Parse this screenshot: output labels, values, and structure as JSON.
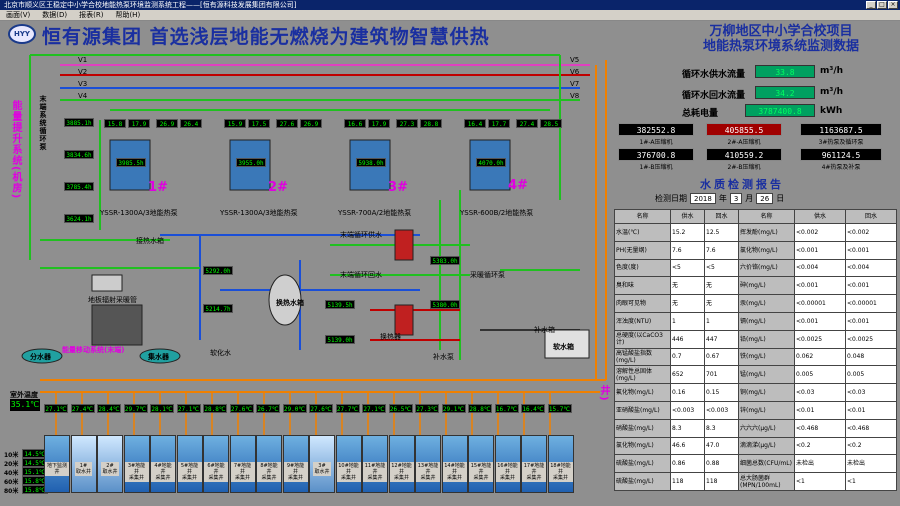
{
  "window": {
    "title": "北京市顺义区王稳定中小学合校地能热泵环境监测系统工程——[恒有源科技发展集团有限公司]",
    "btn_min": "_",
    "btn_max": "□",
    "btn_close": "×"
  },
  "menu": [
    "画面(V)",
    "数据(D)",
    "报表(R)",
    "帮助(H)"
  ],
  "header": {
    "logo": "HYY",
    "company": "恒有源集团    首选浅层地能无燃烧为建筑物智慧供热",
    "project_line1": "万柳地区中小学合校项目",
    "project_line2": "地能热泵环境系统监测数据"
  },
  "flows": {
    "supply_label": "循环水供水流量",
    "supply_value": "33.8",
    "supply_unit": "m³/h",
    "return_label": "循环水回水流量",
    "return_value": "34.2",
    "return_unit": "m³/h",
    "power_label": "总耗电量",
    "power_value": "3787400.8",
    "power_unit": "kWh"
  },
  "meters": [
    {
      "value": "382552.8",
      "label": "1#-A压缩机",
      "red": false
    },
    {
      "value": "405855.5",
      "label": "2#-A压缩机",
      "red": true
    },
    {
      "value": "1163687.5",
      "label": "3#热泵及循环泵",
      "red": false
    },
    {
      "value": "376700.8",
      "label": "1#-B压缩机",
      "red": false
    },
    {
      "value": "410559.2",
      "label": "2#-B压缩机",
      "red": false
    },
    {
      "value": "961124.5",
      "label": "4#热泵及补泵",
      "red": false
    }
  ],
  "water_quality": {
    "title": "水质检测报告",
    "date_label": "检测日期",
    "year": "2018",
    "year_unit": "年",
    "month": "3",
    "month_unit": "月",
    "day": "26",
    "day_unit": "日",
    "headers": [
      "名称",
      "供水",
      "回水",
      "名称",
      "供水",
      "回水"
    ],
    "rows": [
      [
        "水温(℃)",
        "15.2",
        "12.5",
        "挥发酚(mg/L)",
        "<0.002",
        "<0.002"
      ],
      [
        "PH(无量纲)",
        "7.6",
        "7.6",
        "氯化物(mg/L)",
        "<0.001",
        "<0.001"
      ],
      [
        "色度(度)",
        "<5",
        "<5",
        "六价铬(mg/L)",
        "<0.004",
        "<0.004"
      ],
      [
        "臭和味",
        "无",
        "无",
        "砷(mg/L)",
        "<0.001",
        "<0.001"
      ],
      [
        "肉眼可见物",
        "无",
        "无",
        "汞(mg/L)",
        "<0.00001",
        "<0.00001"
      ],
      [
        "浑浊度(NTU)",
        "1",
        "1",
        "镉(mg/L)",
        "<0.001",
        "<0.001"
      ],
      [
        "总硬度(以CaCO3计)",
        "446",
        "447",
        "铅(mg/L)",
        "<0.0025",
        "<0.0025"
      ],
      [
        "高锰酸盐指数(mg/L)",
        "0.7",
        "0.67",
        "铁(mg/L)",
        "0.062",
        "0.048"
      ],
      [
        "溶解性总固体(mg/L)",
        "652",
        "701",
        "锰(mg/L)",
        "0.005",
        "0.005"
      ],
      [
        "氟化物(mg/L)",
        "0.16",
        "0.15",
        "铜(mg/L)",
        "<0.03",
        "<0.03"
      ],
      [
        "亚硝酸盐(mg/L)",
        "<0.003",
        "<0.003",
        "锌(mg/L)",
        "<0.01",
        "<0.01"
      ],
      [
        "硝酸盐(mg/L)",
        "8.3",
        "8.3",
        "六六六(μg/L)",
        "<0.468",
        "<0.468"
      ],
      [
        "氯化物(mg/L)",
        "46.6",
        "47.0",
        "滴滴涕(μg/L)",
        "<0.2",
        "<0.2"
      ],
      [
        "硫酸盐(mg/L)",
        "0.86",
        "0.88",
        "细菌总数(CFU/mL)",
        "未检出",
        "未检出"
      ],
      [
        "硫酸盐(mg/L)",
        "118",
        "118",
        "总大肠菌群(MPN/100mL)",
        "<1",
        "<1"
      ]
    ]
  },
  "system_labels": {
    "energy_system": "能量提升系统(机房)",
    "energy_transfer": "能量移动系统(末端)",
    "energy_collect": "能量采集系统(地能井)",
    "riser": "末端系统循环泵",
    "circ_pump": "采暖循环泵",
    "loop_supply": "末端循环供水",
    "loop_return": "末端循环回水",
    "hot_water": "换热水箱",
    "cold_water": "补水箱",
    "dist": "分水器",
    "coll": "集水器",
    "heat_exchanger": "换热器",
    "tank": "软水箱",
    "softener": "软化水",
    "make_up": "补水泵",
    "interior": "接热水箱",
    "radiant": "地板辐射采暖管"
  },
  "pumps": [
    {
      "name": "1#",
      "model": "YSSR-1300A/3地能热泵",
      "temps": [
        "15.8",
        "17.9",
        "26.9",
        "26.4"
      ],
      "power": "3985.5h"
    },
    {
      "name": "2#",
      "model": "YSSR-1300A/3地能热泵",
      "temps": [
        "15.9",
        "17.5",
        "27.6",
        "26.9"
      ],
      "power": "3955.0h"
    },
    {
      "name": "3#",
      "model": "YSSR-700A/2地能热泵",
      "temps": [
        "16.6",
        "17.9",
        "27.3",
        "28.8"
      ],
      "power": "5938.0h"
    },
    {
      "name": "4#",
      "model": "YSSR-600B/2地能热泵",
      "temps": [
        "16.4",
        "17.7",
        "27.4",
        "28.5"
      ],
      "power": "4070.0h"
    }
  ],
  "left_loads": [
    "3885.1h",
    "3834.6h",
    "3785.4h",
    "3624.1h"
  ],
  "mid_loads": [
    "5292.0h",
    "5214.7h",
    "5139.5h",
    "5139.0h",
    "5383.0h",
    "5380.0h"
  ],
  "indoor": {
    "label": "室外温度",
    "value": "35.1℃"
  },
  "depths": [
    {
      "label": "10米",
      "value": "14.5℃"
    },
    {
      "label": "20米",
      "value": "14.5℃"
    },
    {
      "label": "40米",
      "value": "15.1℃"
    },
    {
      "label": "60米",
      "value": "15.8℃"
    },
    {
      "label": "80米",
      "value": "15.8℃"
    }
  ],
  "wells": [
    {
      "label": "地下监测井",
      "temp": "27.1℃",
      "main": false
    },
    {
      "label": "1#\n取水井",
      "temp": "27.4℃",
      "main": true
    },
    {
      "label": "2#\n取水井",
      "temp": "28.4℃",
      "main": true
    },
    {
      "label": "3#地能井\n采集井",
      "temp": "29.7℃",
      "main": false
    },
    {
      "label": "4#地能井\n采集井",
      "temp": "28.1℃",
      "main": false
    },
    {
      "label": "5#地能井\n采集井",
      "temp": "27.1℃",
      "main": false
    },
    {
      "label": "6#地能井\n采集井",
      "temp": "28.8℃",
      "main": false
    },
    {
      "label": "7#地能井\n采集井",
      "temp": "27.6℃",
      "main": false
    },
    {
      "label": "8#地能井\n采集井",
      "temp": "26.7℃",
      "main": false
    },
    {
      "label": "9#地能井\n采集井",
      "temp": "29.0℃",
      "main": false
    },
    {
      "label": "3#\n取水井",
      "temp": "27.6℃",
      "main": true
    },
    {
      "label": "10#地能井\n采集井",
      "temp": "27.7℃",
      "main": false
    },
    {
      "label": "11#地能井\n采集井",
      "temp": "27.1℃",
      "main": false
    },
    {
      "label": "12#地能井\n采集井",
      "temp": "26.5℃",
      "main": false
    },
    {
      "label": "13#地能井\n采集井",
      "temp": "27.3℃",
      "main": false
    },
    {
      "label": "14#地能井\n采集井",
      "temp": "29.1℃",
      "main": false
    },
    {
      "label": "15#地能井\n采集井",
      "temp": "28.8℃",
      "main": false
    },
    {
      "label": "16#地能井\n采集井",
      "temp": "16.7℃",
      "main": false
    },
    {
      "label": "17#地能井\n采集井",
      "temp": "16.4℃",
      "main": false
    },
    {
      "label": "18#地能井\n采集井",
      "temp": "15.7℃",
      "main": false
    }
  ],
  "valves_left": [
    "V1",
    "V2",
    "V3",
    "V4"
  ],
  "valves_right": [
    "V5",
    "V6",
    "V7",
    "V8"
  ],
  "colors": {
    "pipe_green": "#20c020",
    "pipe_blue": "#1a4fd8",
    "pipe_red": "#c00000",
    "pipe_orange": "#f08000",
    "pipe_pink": "#e040c0"
  }
}
